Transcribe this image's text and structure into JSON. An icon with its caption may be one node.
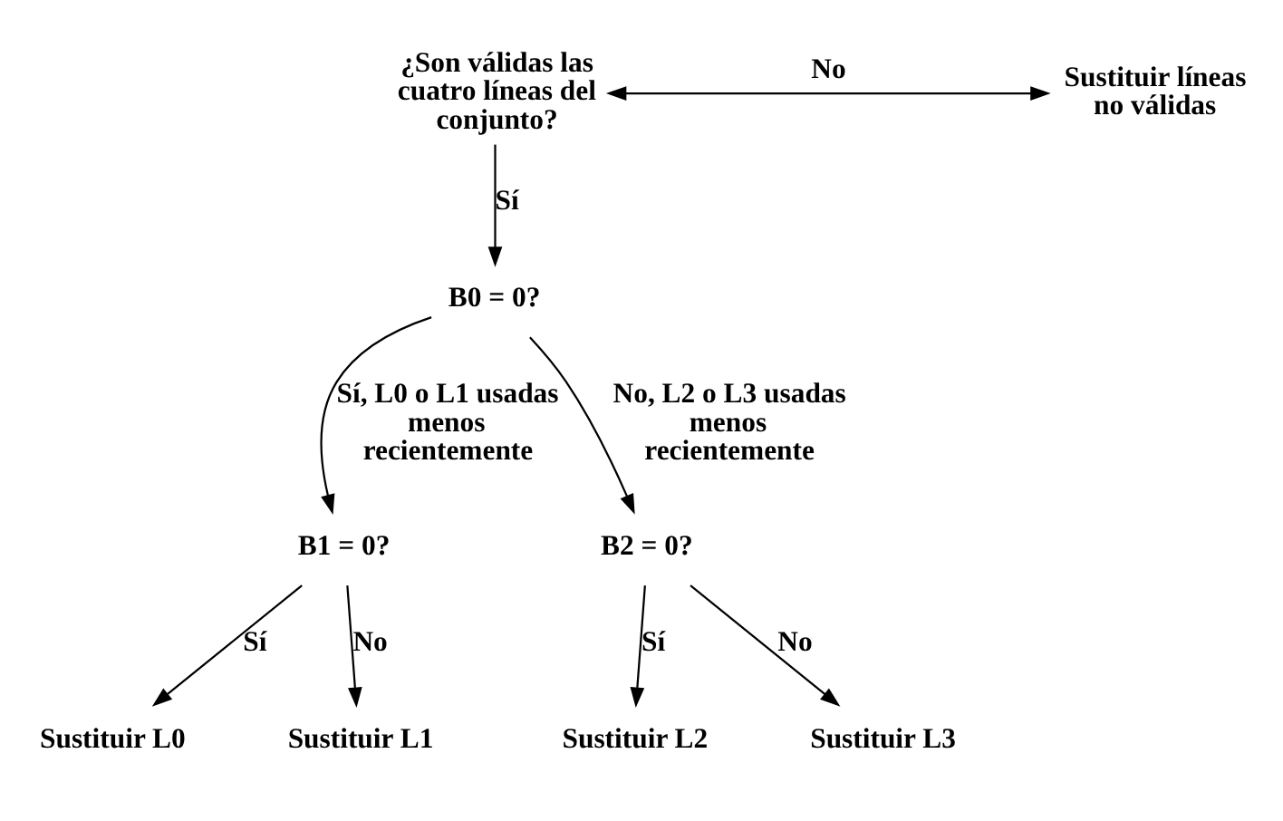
{
  "diagram": {
    "nodes": [
      {
        "text": [
          "¿Son válidas las cuatro líneas del conjunto?"
        ]
      },
      {
        "text": [
          "Sustituir líneas no válidas"
        ]
      },
      {
        "text": [
          "B0 = 0?"
        ]
      },
      {
        "text": [
          "B1 = 0?"
        ]
      },
      {
        "text": [
          "B2 = 0?"
        ]
      },
      {
        "text": [
          "Sustituir L0"
        ]
      },
      {
        "text": [
          "Sustituir L1"
        ]
      },
      {
        "text": [
          "Sustituir L2"
        ]
      },
      {
        "text": [
          "Sustituir L3"
        ]
      }
    ],
    "edges": [
      {
        "from": 0,
        "to": 1,
        "arrow": "both",
        "label": "No"
      },
      {
        "from": 0,
        "to": 2,
        "arrow": "to",
        "label": "Sí"
      },
      {
        "from": 2,
        "to": 3,
        "arrow": "to",
        "label": "Sí, L0 o L1 usadas menos recientemente"
      },
      {
        "from": 2,
        "to": 4,
        "arrow": "to",
        "label": "No, L2 o L3 usadas menos recientemente"
      },
      {
        "from": 3,
        "to": 5,
        "arrow": "to",
        "label": "Sí"
      },
      {
        "from": 3,
        "to": 6,
        "arrow": "to",
        "label": "No"
      },
      {
        "from": 4,
        "to": 7,
        "arrow": "to",
        "label": "Sí"
      },
      {
        "from": 4,
        "to": 8,
        "arrow": "to",
        "label": "No"
      }
    ]
  }
}
